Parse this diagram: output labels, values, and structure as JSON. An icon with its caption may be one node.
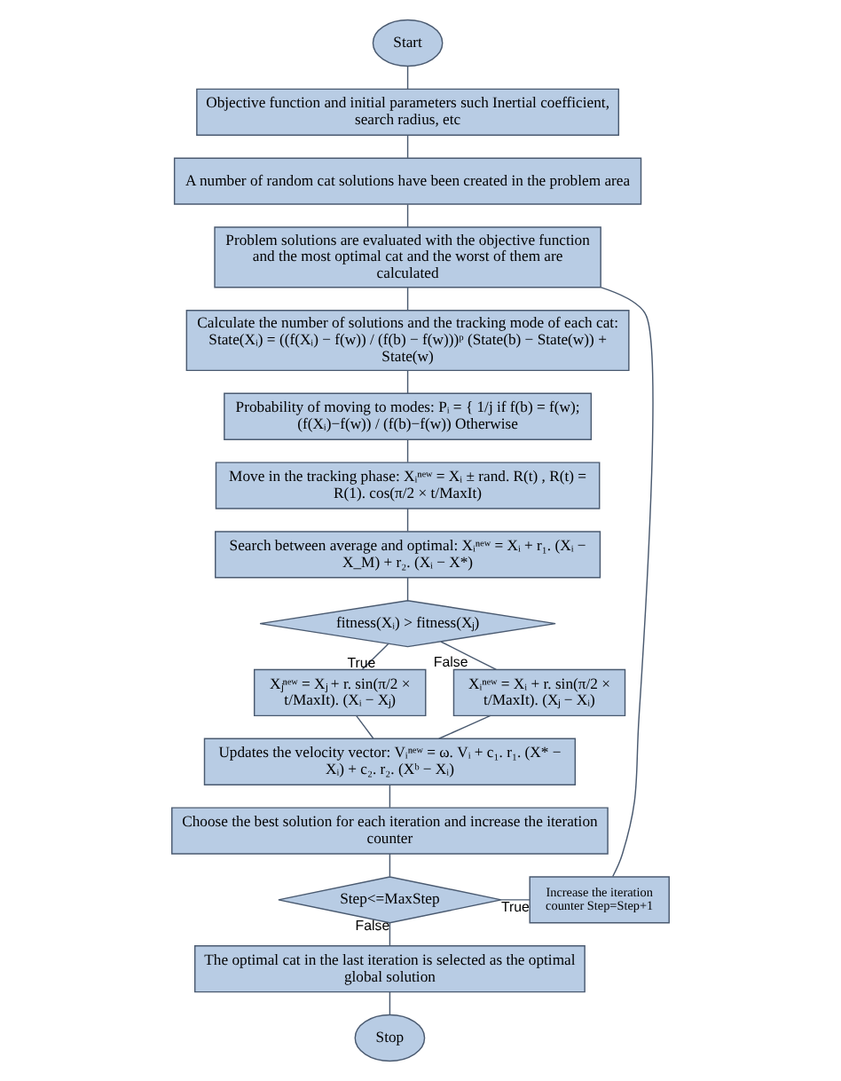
{
  "diagram": {
    "nodes": [
      {
        "text": [
          "Start"
        ]
      },
      {
        "text": [
          "Objective function and initial parameters such Inertial coefficient, search radius, etc"
        ]
      },
      {
        "text": [
          "A number of random cat solutions have been created in the problem area"
        ]
      },
      {
        "text": [
          "Problem solutions are evaluated with the objective function and the most optimal cat and the worst of them are calculated"
        ]
      },
      {
        "text": [
          "Calculate the number of solutions and the tracking mode of each cat:",
          "State(Xᵢ) = ((f(Xᵢ) − f(w)) / (f(b) − f(w)))ᵖ (State(b) − State(w)) + State(w)"
        ]
      },
      {
        "text": [
          "Probability of moving to modes: Pᵢ = { 1/j if f(b) = f(w); (f(Xᵢ)−f(w)) / (f(b)−f(w)) Otherwise"
        ]
      },
      {
        "text": [
          "Move in the tracking phase: Xᵢⁿᵉʷ = Xᵢ ± rand. R(t) , R(t) = R(1). cos(π/2 × t/MaxIt)"
        ]
      },
      {
        "text": [
          "Search between average and optimal: Xᵢⁿᵉʷ = Xᵢ + r₁. (Xᵢ − X_M) + r₂. (Xᵢ − X*)"
        ]
      },
      {
        "text": [
          "fitness(Xᵢ) > fitness(Xⱼ)"
        ]
      },
      {
        "text": [
          "Xⱼⁿᵉʷ = Xⱼ + r. sin(π/2 × t/MaxIt). (Xᵢ − Xⱼ)"
        ]
      },
      {
        "text": [
          "Xᵢⁿᵉʷ = Xᵢ + r. sin(π/2 × t/MaxIt). (Xⱼ − Xᵢ)"
        ]
      },
      {
        "text": [
          "Updates the velocity vector: Vᵢⁿᵉʷ = ω. Vᵢ + c₁. r₁. (X* − Xᵢ) + c₂. r₂. (Xᵇ − Xᵢ)"
        ]
      },
      {
        "text": [
          "Choose the best solution for each iteration and increase the iteration counter"
        ]
      },
      {
        "text": [
          "Step<=MaxStep"
        ]
      },
      {
        "text": [
          "Increase the iteration counter Step=Step+1"
        ]
      },
      {
        "text": [
          "The optimal cat in the last iteration is selected as the optimal global solution"
        ]
      },
      {
        "text": [
          "Stop"
        ]
      }
    ],
    "edges": [
      {
        "from": 0,
        "to": 1,
        "arrow": "none"
      },
      {
        "from": 1,
        "to": 2,
        "arrow": "none"
      },
      {
        "from": 2,
        "to": 3,
        "arrow": "none"
      },
      {
        "from": 3,
        "to": 4,
        "arrow": "none"
      },
      {
        "from": 4,
        "to": 5,
        "arrow": "none"
      },
      {
        "from": 5,
        "to": 6,
        "arrow": "none"
      },
      {
        "from": 6,
        "to": 7,
        "arrow": "none"
      },
      {
        "from": 7,
        "to": 8,
        "arrow": "none"
      },
      {
        "from": 8,
        "to": 9,
        "label": "True",
        "arrow": "none"
      },
      {
        "from": 8,
        "to": 10,
        "label": "False",
        "arrow": "none"
      },
      {
        "from": 9,
        "to": 11,
        "arrow": "none"
      },
      {
        "from": 10,
        "to": 11,
        "arrow": "none"
      },
      {
        "from": 11,
        "to": 12,
        "arrow": "none"
      },
      {
        "from": 12,
        "to": 13,
        "arrow": "none"
      },
      {
        "from": 13,
        "to": 14,
        "label": "True",
        "arrow": "none"
      },
      {
        "from": 14,
        "to": 3,
        "arrow": "none"
      },
      {
        "from": 13,
        "to": 15,
        "label": "False",
        "arrow": "none"
      },
      {
        "from": 15,
        "to": 16,
        "arrow": "none"
      }
    ]
  }
}
